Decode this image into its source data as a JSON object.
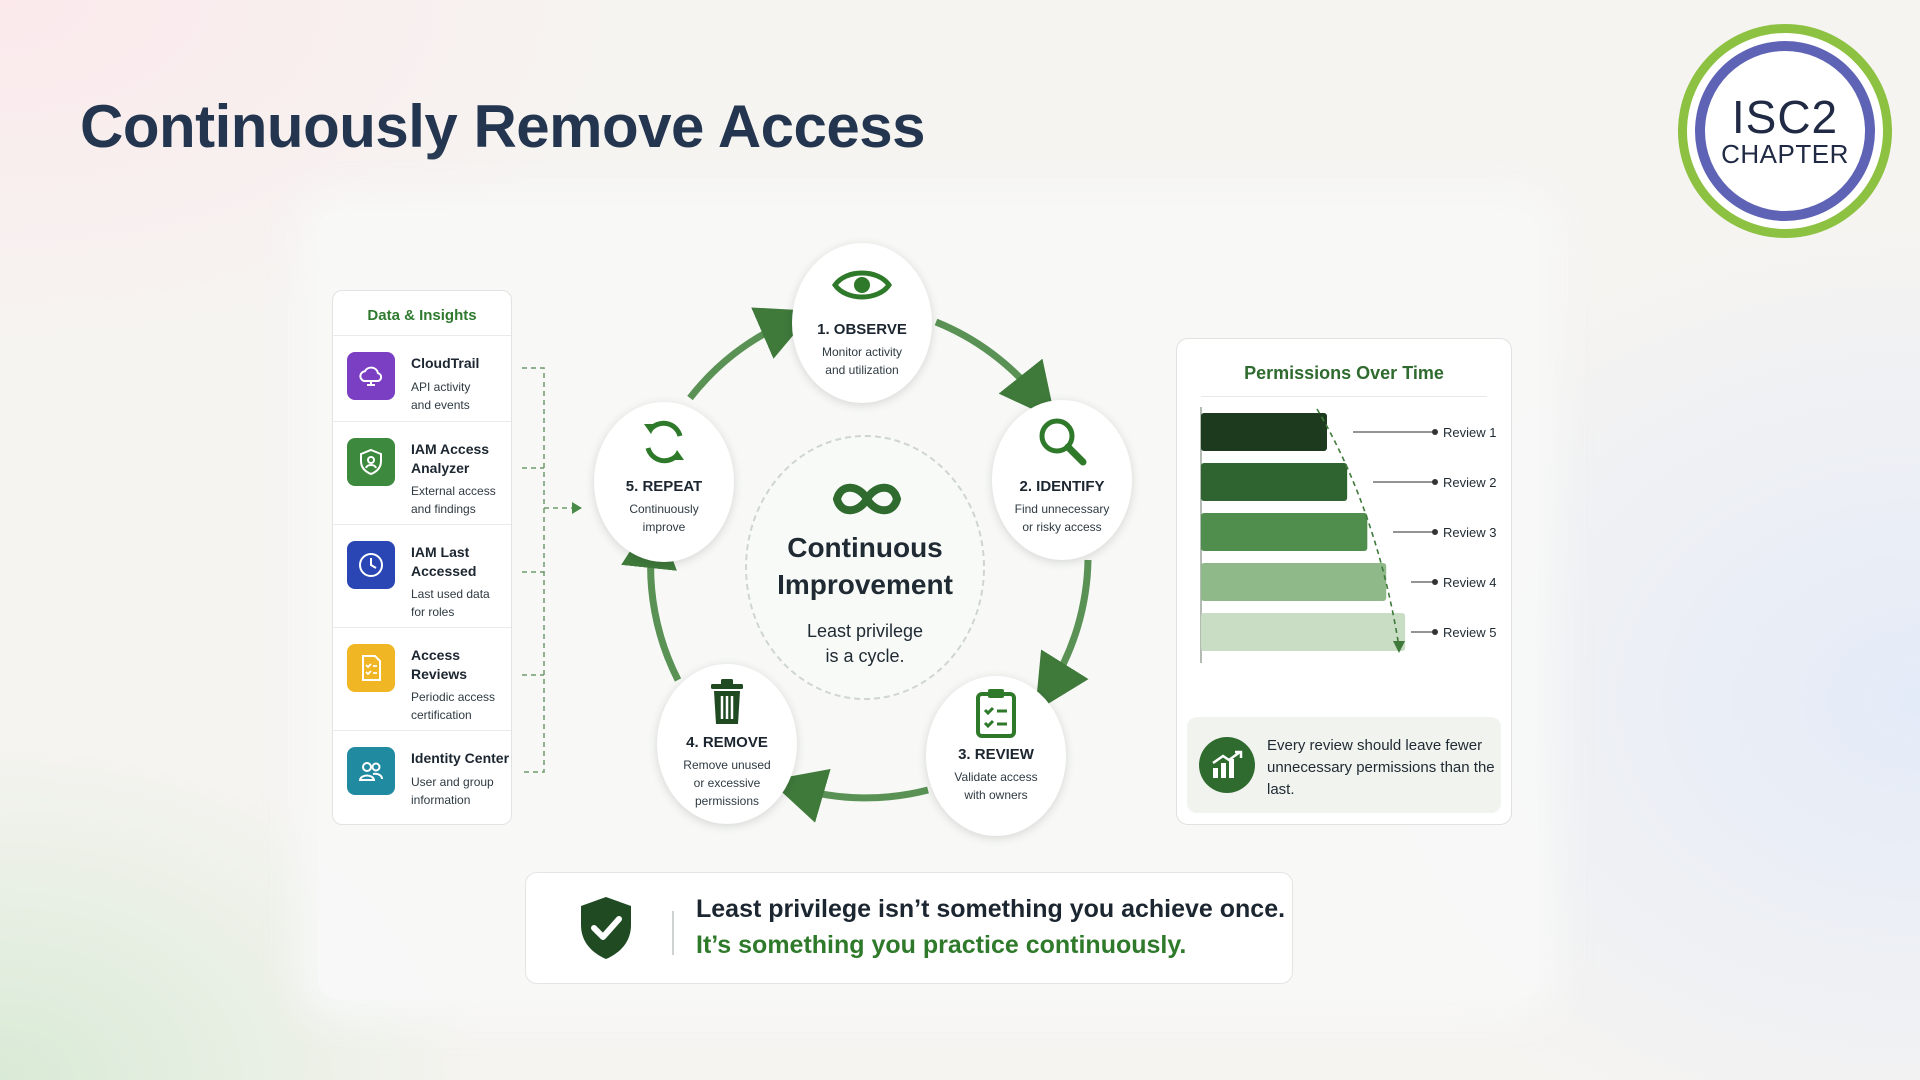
{
  "title": "Continuously Remove Access",
  "logo": {
    "line1": "ISC2",
    "line2": "CHAPTER"
  },
  "sources": {
    "title": "Data & Insights",
    "items": [
      {
        "name": "CloudTrail",
        "desc1": "API activity",
        "desc2": "and events",
        "icon": "cloud-icon",
        "color": "#7b3fc4"
      },
      {
        "name": "IAM Access Analyzer",
        "desc1": "External access",
        "desc2": "and findings",
        "icon": "shield-user-icon",
        "color": "#3d8a3f"
      },
      {
        "name": "IAM Last Accessed",
        "desc1": "Last used data",
        "desc2": "for roles",
        "icon": "clock-icon",
        "color": "#2a46b5"
      },
      {
        "name": "Access Reviews",
        "desc1": "Periodic access",
        "desc2": "certification",
        "icon": "checklist-doc-icon",
        "color": "#f0b624"
      },
      {
        "name": "Identity Center",
        "desc1": "User and group",
        "desc2": "information",
        "icon": "users-icon",
        "color": "#1f8aa0"
      }
    ]
  },
  "cycle": {
    "center_title_1": "Continuous",
    "center_title_2": "Improvement",
    "center_sub_1": "Least privilege",
    "center_sub_2": "is a cycle.",
    "center_icon": "infinity-icon",
    "steps": [
      {
        "title": "1. OBSERVE",
        "desc1": "Monitor activity",
        "desc2": "and utilization",
        "icon": "eye-icon"
      },
      {
        "title": "2. IDENTIFY",
        "desc1": "Find unnecessary",
        "desc2": "or risky access",
        "icon": "magnifier-icon"
      },
      {
        "title": "3. REVIEW",
        "desc1": "Validate access",
        "desc2": "with owners",
        "icon": "clipboard-check-icon"
      },
      {
        "title": "4. REMOVE",
        "desc1": "Remove unused",
        "desc2": "or excessive",
        "desc3": "permissions",
        "icon": "trash-icon"
      },
      {
        "title": "5. REPEAT",
        "desc1": "Continuously",
        "desc2": "improve",
        "icon": "refresh-icon"
      }
    ],
    "accent": "#2f6b2f"
  },
  "permissions": {
    "title": "Permissions Over Time",
    "reviews": [
      {
        "label": "Review 1",
        "value": 1.0,
        "color": "#1d3a1f"
      },
      {
        "label": "Review 2",
        "value": 1.16,
        "color": "#2f6430"
      },
      {
        "label": "Review 3",
        "value": 1.32,
        "color": "#4f8e4c"
      },
      {
        "label": "Review 4",
        "value": 1.47,
        "color": "#90b98a"
      },
      {
        "label": "Review 5",
        "value": 1.62,
        "color": "#c9dcc4"
      }
    ],
    "note": "Every review should leave fewer unnecessary permissions than the last.",
    "note_icon": "growth-chart-icon"
  },
  "banner": {
    "line1": "Least privilege isn’t something you achieve once.",
    "line2": "It’s something you practice continuously.",
    "icon": "shield-check-icon"
  }
}
